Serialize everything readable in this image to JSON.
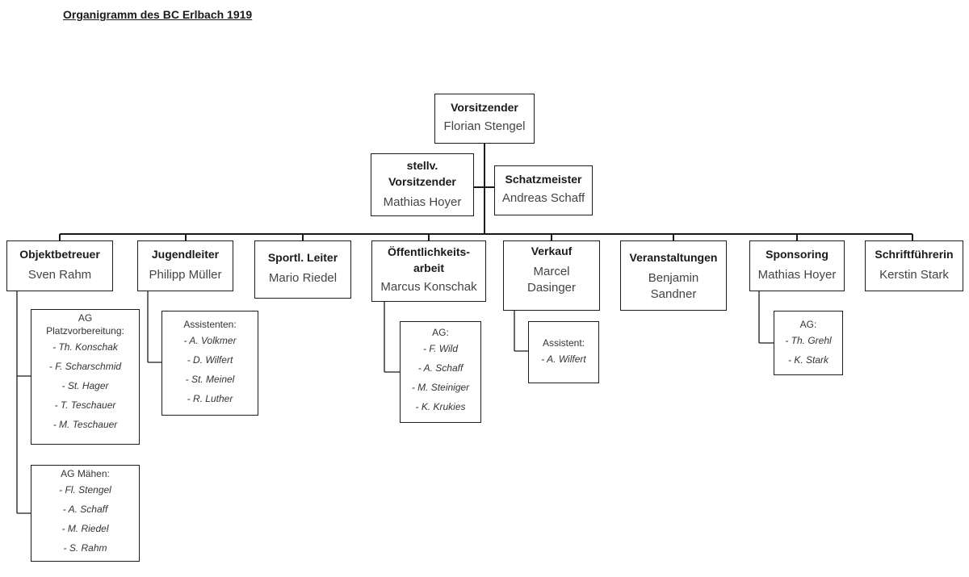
{
  "title": "Organigramm des BC Erlbach 1919",
  "top": [
    {
      "role": "Vorsitzender",
      "person": "Florian Stengel"
    },
    {
      "role": "stellv.\nVorsitzender",
      "person": "Mathias Hoyer"
    },
    {
      "role": "Schatzmeister",
      "person": "Andreas Schaff"
    }
  ],
  "departments": [
    {
      "role": "Objektbetreuer",
      "person": "Sven Rahm"
    },
    {
      "role": "Jugendleiter",
      "person": "Philipp Müller"
    },
    {
      "role": "Sportl. Leiter",
      "person": "Mario Riedel"
    },
    {
      "role": "Öffentlichkeits-\narbeit",
      "person": "Marcus Konschak"
    },
    {
      "role": "Verkauf",
      "person": "Marcel\nDasinger"
    },
    {
      "role": "Veranstaltungen",
      "person": "Benjamin\nSandner"
    },
    {
      "role": "Sponsoring",
      "person": "Mathias Hoyer"
    },
    {
      "role": "Schriftführerin",
      "person": "Kerstin Stark"
    }
  ],
  "subgroups": [
    {
      "head": "AG\nPlatzvorbereitung:",
      "items": [
        "- Th. Konschak",
        "- F. Scharschmid",
        "- St. Hager",
        "- T. Teschauer",
        "- M. Teschauer"
      ]
    },
    {
      "head": "AG Mähen:",
      "items": [
        "- Fl. Stengel",
        "- A. Schaff",
        "- M. Riedel",
        "- S. Rahm"
      ]
    },
    {
      "head": "Assistenten:",
      "items": [
        "- A. Volkmer",
        "- D. Wilfert",
        "- St. Meinel",
        "- R. Luther"
      ]
    },
    {
      "head": "AG:",
      "items": [
        "- F. Wild",
        "- A. Schaff",
        "- M. Steiniger",
        "- K. Krukies"
      ]
    },
    {
      "head": "Assistent:",
      "items": [
        "- A. Wilfert"
      ]
    },
    {
      "head": "AG:",
      "items": [
        "- Th. Grehl",
        "- K. Stark"
      ]
    }
  ]
}
